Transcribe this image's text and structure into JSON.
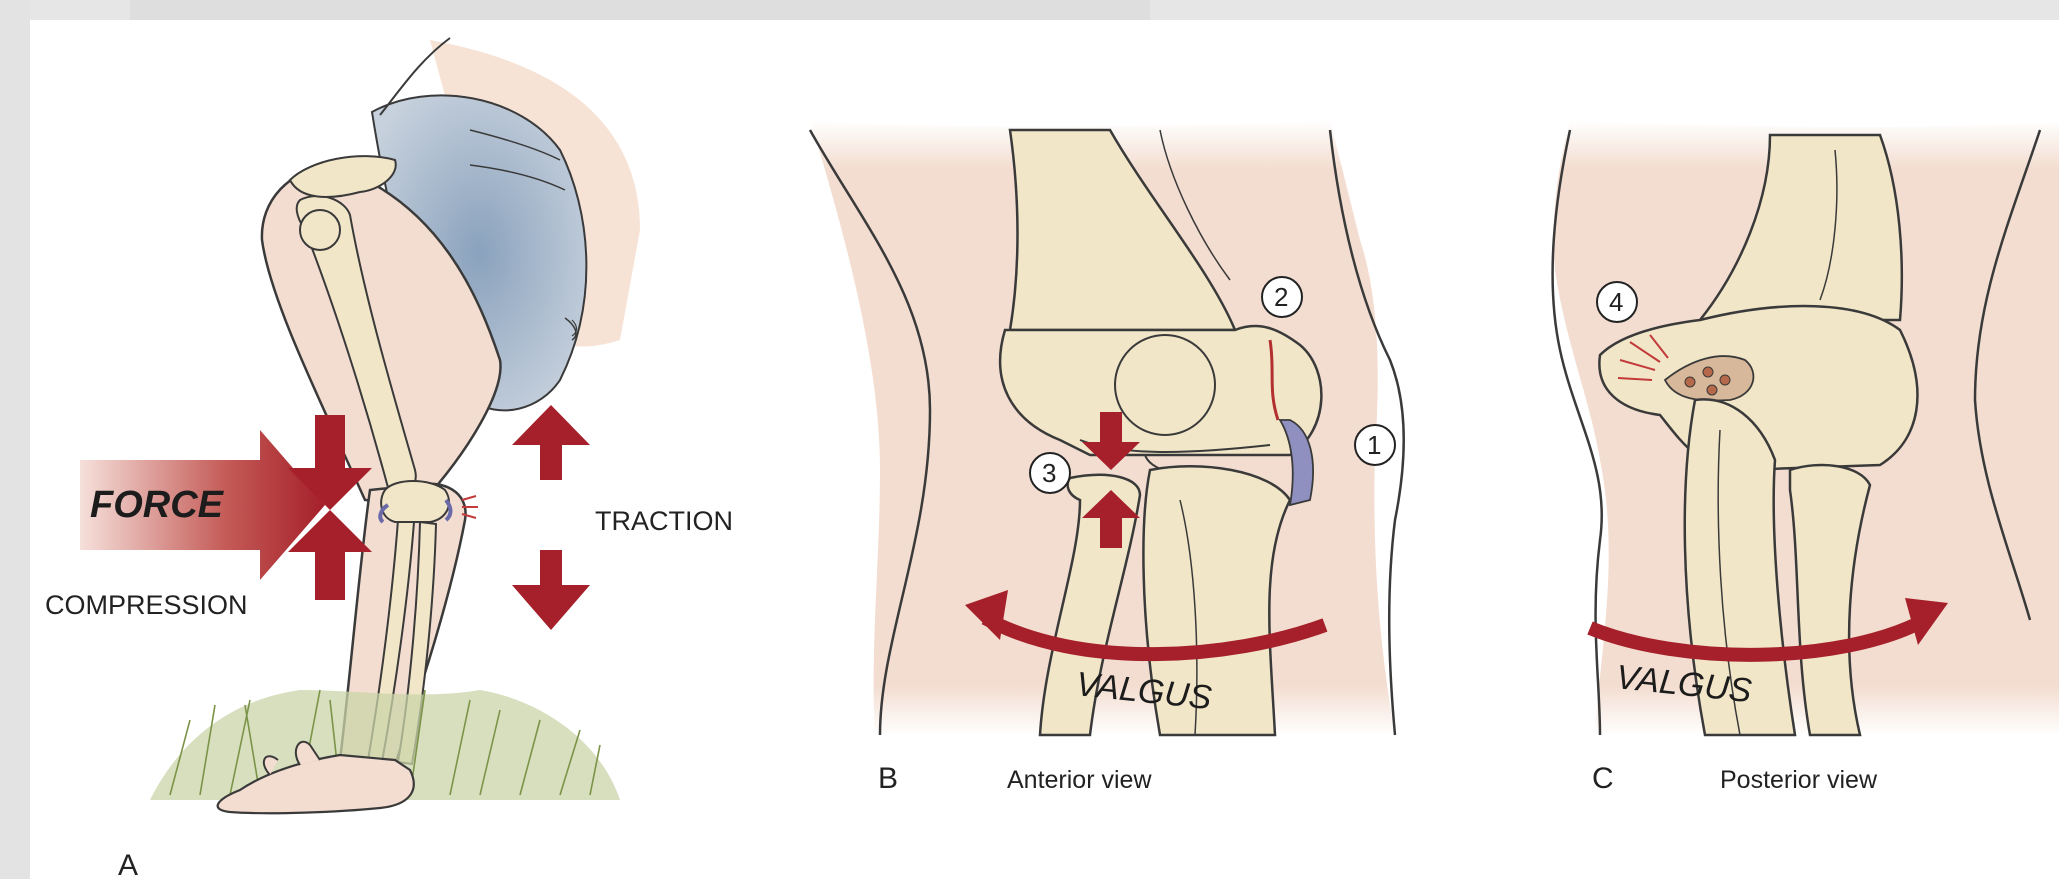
{
  "panels": [
    {
      "letter": "A"
    },
    {
      "letter": "B",
      "view": "Anterior view"
    },
    {
      "letter": "C",
      "view": "Posterior view"
    }
  ],
  "labels": {
    "force": "FORCE",
    "compression": "COMPRESSION",
    "traction": "TRACTION",
    "valgus_b": "VALGUS",
    "valgus_c": "VALGUS"
  },
  "markers": [
    "1",
    "2",
    "3",
    "4"
  ],
  "colors": {
    "skin": "#f3ddd0",
    "bone": "#f2e6c8",
    "arrow": "#a5202a",
    "ligament": "#8f8fc0",
    "shirt": "#a8b8cc"
  }
}
